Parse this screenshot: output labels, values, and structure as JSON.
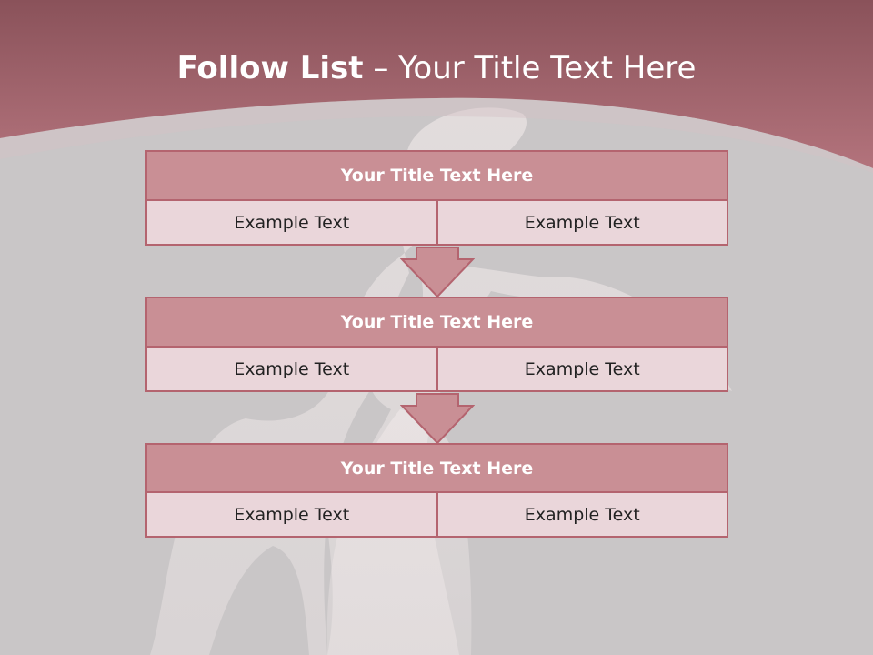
{
  "slide": {
    "title_bold": "Follow List",
    "title_rest": "– Your Title Text Here"
  },
  "blocks": [
    {
      "title": "Your Title Text Here",
      "left": "Example Text",
      "right": "Example Text"
    },
    {
      "title": "Your Title Text Here",
      "left": "Example Text",
      "right": "Example Text"
    },
    {
      "title": "Your Title Text Here",
      "left": "Example Text",
      "right": "Example Text"
    }
  ],
  "colors": {
    "header_band": "#a5626c",
    "block_title_fill": "#c98f95",
    "block_border": "#b4646f",
    "cell_fill": "#ead6da",
    "arrow_fill": "#c98f95",
    "background": "#c9c6c7"
  }
}
